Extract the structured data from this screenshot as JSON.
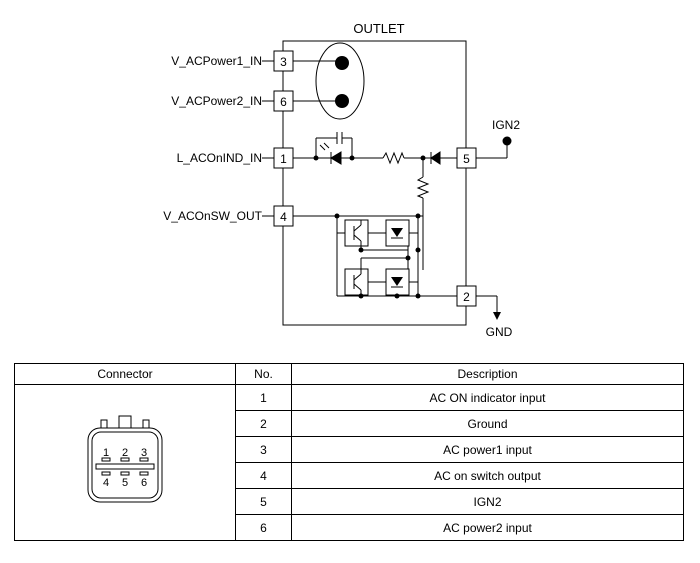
{
  "diagram": {
    "component_title": "OUTLET",
    "left_signals": [
      {
        "name": "V_ACPower1_IN",
        "pin": "3"
      },
      {
        "name": "V_ACPower2_IN",
        "pin": "6"
      },
      {
        "name": "L_ACOnIND_IN",
        "pin": "1"
      },
      {
        "name": "V_ACOnSW_OUT",
        "pin": "4"
      }
    ],
    "right_signals": [
      {
        "name": "IGN2",
        "pin": "5"
      },
      {
        "name": "GND",
        "pin": "2"
      }
    ]
  },
  "table": {
    "headers": [
      "Connector",
      "No.",
      "Description"
    ],
    "rows": [
      {
        "no": "1",
        "description": "AC ON indicator input"
      },
      {
        "no": "2",
        "description": "Ground"
      },
      {
        "no": "3",
        "description": "AC power1 input"
      },
      {
        "no": "4",
        "description": "AC on switch output"
      },
      {
        "no": "5",
        "description": "IGN2"
      },
      {
        "no": "6",
        "description": "AC power2 input"
      }
    ],
    "connector_pins": {
      "top": [
        "1",
        "2",
        "3"
      ],
      "bottom": [
        "4",
        "5",
        "6"
      ]
    }
  }
}
